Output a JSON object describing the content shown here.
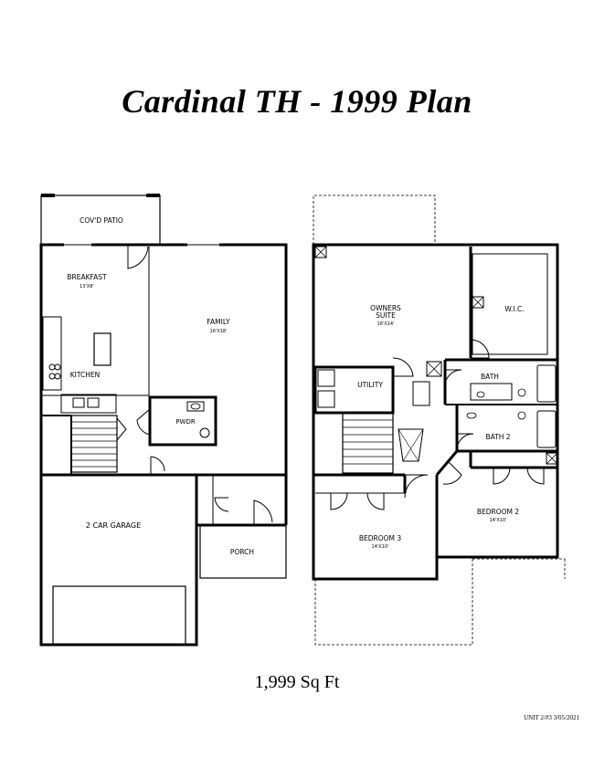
{
  "title": "Cardinal TH - 1999 Plan",
  "sqft": "1,999 Sq Ft",
  "stamp": "UNIT 2/#3 3/05/2021",
  "first_floor": {
    "covd_patio": "COV'D PATIO",
    "breakfast": "BREAKFAST",
    "breakfast_dim": "13'X8'",
    "family": "FAMILY",
    "family_dim": "16'X18'",
    "kitchen": "KITCHEN",
    "pwdr": "PWDR",
    "garage": "2 CAR GARAGE",
    "porch": "PORCH"
  },
  "second_floor": {
    "owners_suite_1": "OWNERS",
    "owners_suite_2": "SUITE",
    "owners_dim": "16'X14'",
    "wic": "W.I.C.",
    "utility": "UTILITY",
    "bath": "BATH",
    "bath2": "BATH 2",
    "bedroom2": "BEDROOM 2",
    "bedroom2_dim": "14'X10'",
    "bedroom3": "BEDROOM 3",
    "bedroom3_dim": "14'X10'"
  }
}
